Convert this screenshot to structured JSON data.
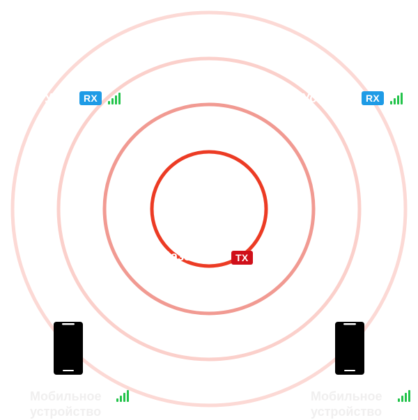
{
  "diagram": {
    "rings": [
      {
        "color": "#ec3b24",
        "role": "transmitter-core"
      },
      {
        "color": "#f19a92",
        "role": "ring-2"
      },
      {
        "color": "#fbd0cb",
        "role": "ring-3"
      },
      {
        "color": "#fcd9d5",
        "role": "ring-4"
      }
    ],
    "transmitter": {
      "badge": "TX",
      "badge_color": "#d0101a",
      "ghost_label": "Базо"
    },
    "receivers": [
      {
        "badge": "RX",
        "badge_color": "#1e9be6",
        "ghost_label": "Устр",
        "signal_icon": "signal-bars-icon"
      },
      {
        "badge": "RX",
        "badge_color": "#1e9be6",
        "ghost_label": "Устр",
        "signal_icon": "signal-bars-icon"
      }
    ],
    "devices": [
      {
        "label": "Мобильное устройство",
        "icon": "smartphone-icon",
        "signal_icon": "signal-bars-icon"
      },
      {
        "label": "Мобильное устройство",
        "icon": "smartphone-icon",
        "signal_icon": "signal-bars-icon"
      }
    ],
    "signal_color": "#22c34a"
  }
}
